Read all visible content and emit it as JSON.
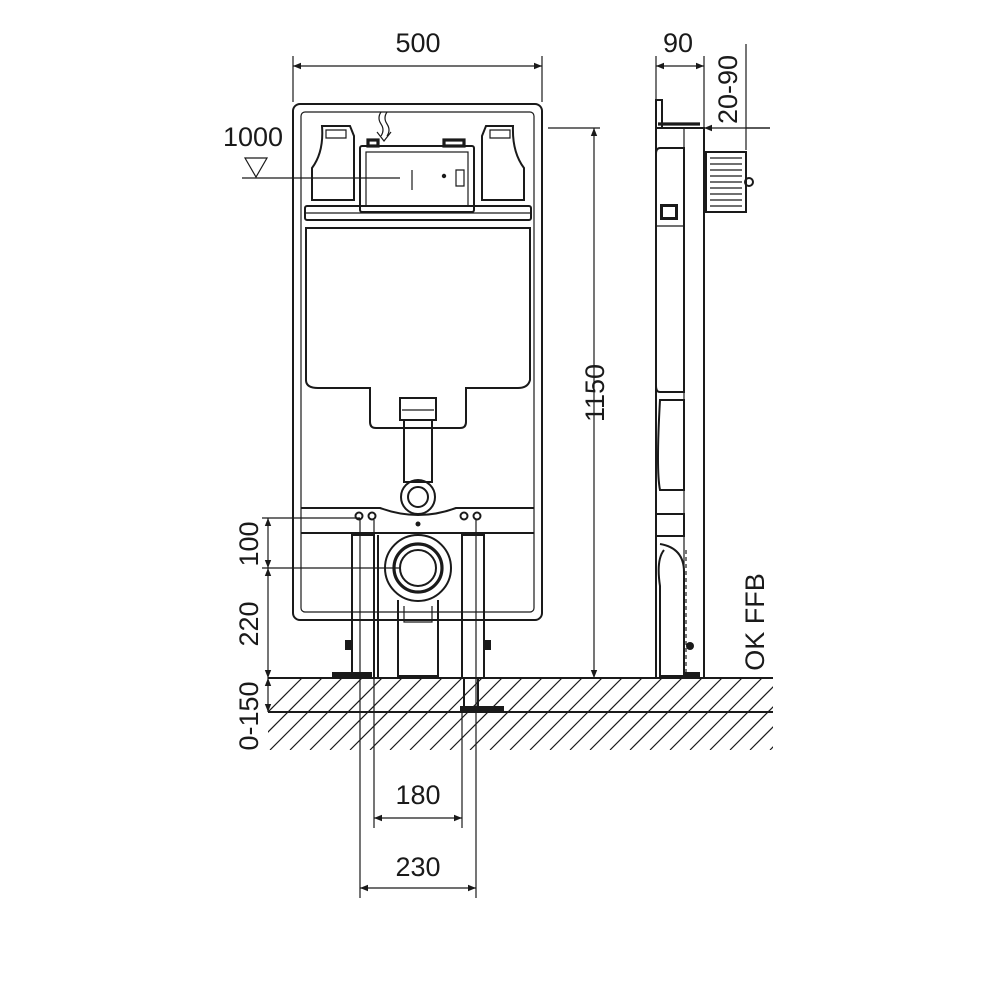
{
  "dimensions": {
    "width": "500",
    "depth": "90",
    "wall_offset": "20-90",
    "flush_height": "1000",
    "frame_height": "1150",
    "inlet_spacing": "100",
    "outlet_height": "220",
    "foot_adjust": "0-150",
    "foot_spacing_inner": "180",
    "foot_spacing_outer": "230"
  },
  "labels": {
    "floor_reference": "OK FFB"
  },
  "icons": {
    "water_inlet": "water-inlet-arrow-icon",
    "level_marker": "level-triangle-icon"
  },
  "colors": {
    "line": "#1a1a1a",
    "background": "#ffffff"
  }
}
